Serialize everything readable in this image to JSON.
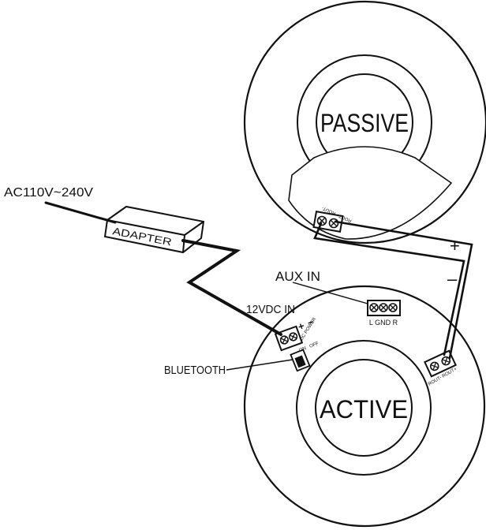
{
  "passive_speaker": {
    "label": "PASSIVE",
    "terminal_label": "ROUT+ ROUT-"
  },
  "active_speaker": {
    "label": "ACTIVE",
    "speaker_out_label": "ROUT- ROUT+",
    "dc_power_label": "DC POWER",
    "dc_polarity_plus": "+",
    "dc_polarity_minus": "−",
    "aux_terminal_label": "L GND R",
    "switch_on": "ON",
    "switch_off": "OFF"
  },
  "adapter": {
    "label": "ADAPTER"
  },
  "callouts": {
    "ac_input": "AC110V~240V",
    "dc_input": "12VDC IN",
    "aux_in": "AUX IN",
    "bluetooth": "BLUETOOTH",
    "wire_plus": "+",
    "wire_minus": "–"
  }
}
